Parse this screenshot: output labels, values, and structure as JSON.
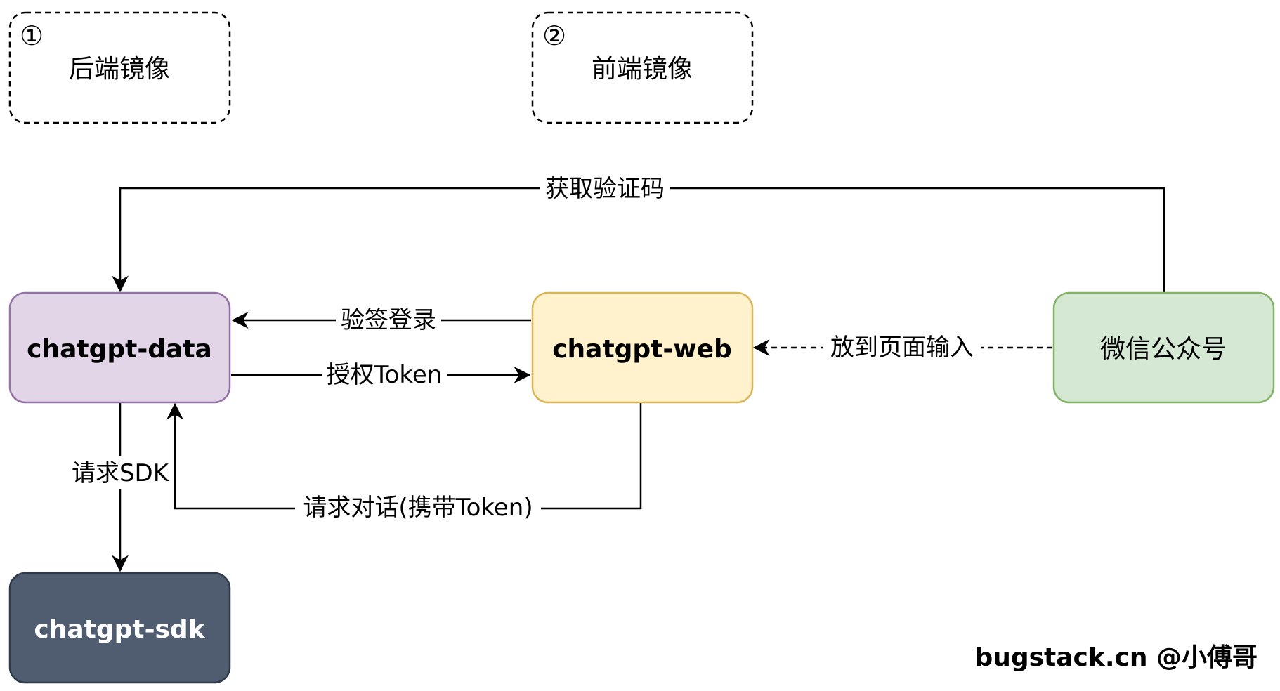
{
  "groups": [
    {
      "number": "①",
      "label": "后端镜像"
    },
    {
      "number": "②",
      "label": "前端镜像"
    }
  ],
  "nodes": {
    "data": {
      "label": "chatgpt-data",
      "fill": "#e1d5e7",
      "stroke": "#9673a6",
      "text_color": "#000000"
    },
    "web": {
      "label": "chatgpt-web",
      "fill": "#fff2cc",
      "stroke": "#d6b656",
      "text_color": "#000000"
    },
    "wechat": {
      "label": "微信公众号",
      "fill": "#d5e8d4",
      "stroke": "#82b366",
      "text_color": "#000000"
    },
    "sdk": {
      "label": "chatgpt-sdk",
      "fill": "#505d70",
      "stroke": "#2f3a4a",
      "text_color": "#ffffff"
    }
  },
  "edges": {
    "get_code": "获取验证码",
    "verify_login": "验签登录",
    "auth_token": "授权Token",
    "put_input": "放到页面输入",
    "request_sdk": "请求SDK",
    "request_chat": "请求对话(携带Token)"
  },
  "credit": "bugstack.cn @小傅哥"
}
